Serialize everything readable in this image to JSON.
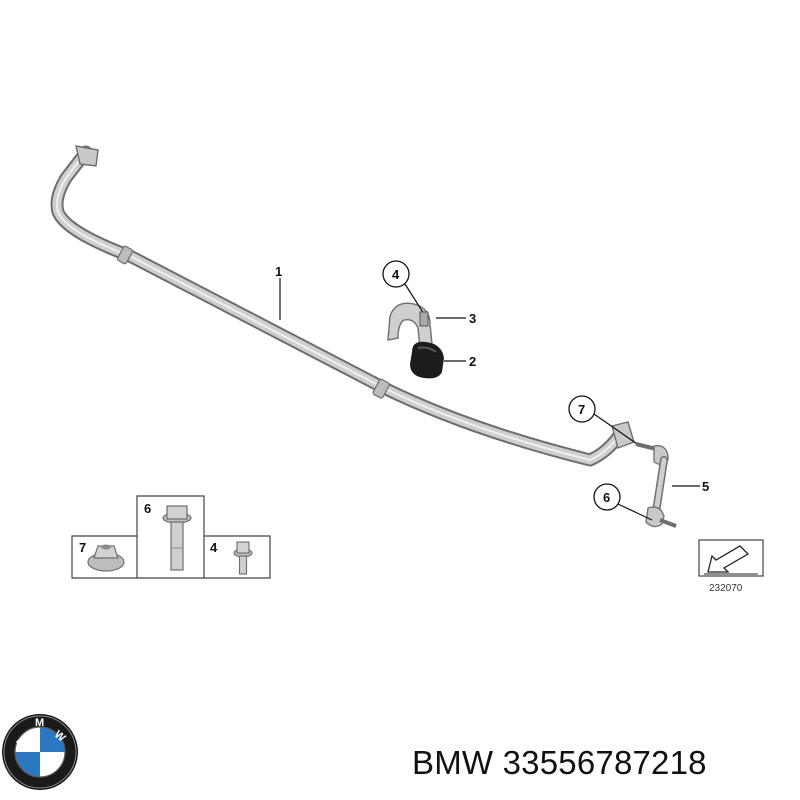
{
  "callouts": {
    "c1": "1",
    "c2": "2",
    "c3": "3",
    "c4": "4",
    "c5": "5",
    "c6": "6",
    "c7": "7"
  },
  "parts_box": {
    "c7": "7",
    "c6": "6",
    "c4": "4"
  },
  "diagram_ref": "232070",
  "brand_logo_letters": "BMW",
  "caption": {
    "brand": "BMW",
    "part_number": "33556787218"
  },
  "colors": {
    "part_fill": "#c9c9c9",
    "part_stroke": "#6e6e6e",
    "bushing": "#1c1c1c",
    "logo_blue": "#2b77c0",
    "logo_ring": "#1a1a1a"
  }
}
